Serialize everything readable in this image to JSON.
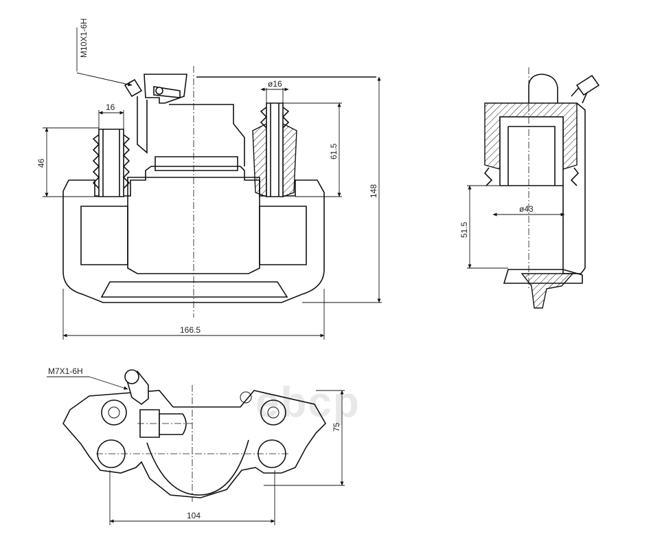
{
  "watermark": "ebcp",
  "front_view": {
    "thread_label": "M10X1-6H",
    "piston_dia": "ø16",
    "pin_width": "16",
    "height_left": "46",
    "height_right": "61.5",
    "total_height": "148",
    "total_width": "166.5"
  },
  "side_view": {
    "bore_dia": "ø43",
    "height": "51.5"
  },
  "bottom_view": {
    "thread_label": "M7X1-6H",
    "height": "75",
    "hole_spacing": "104"
  }
}
